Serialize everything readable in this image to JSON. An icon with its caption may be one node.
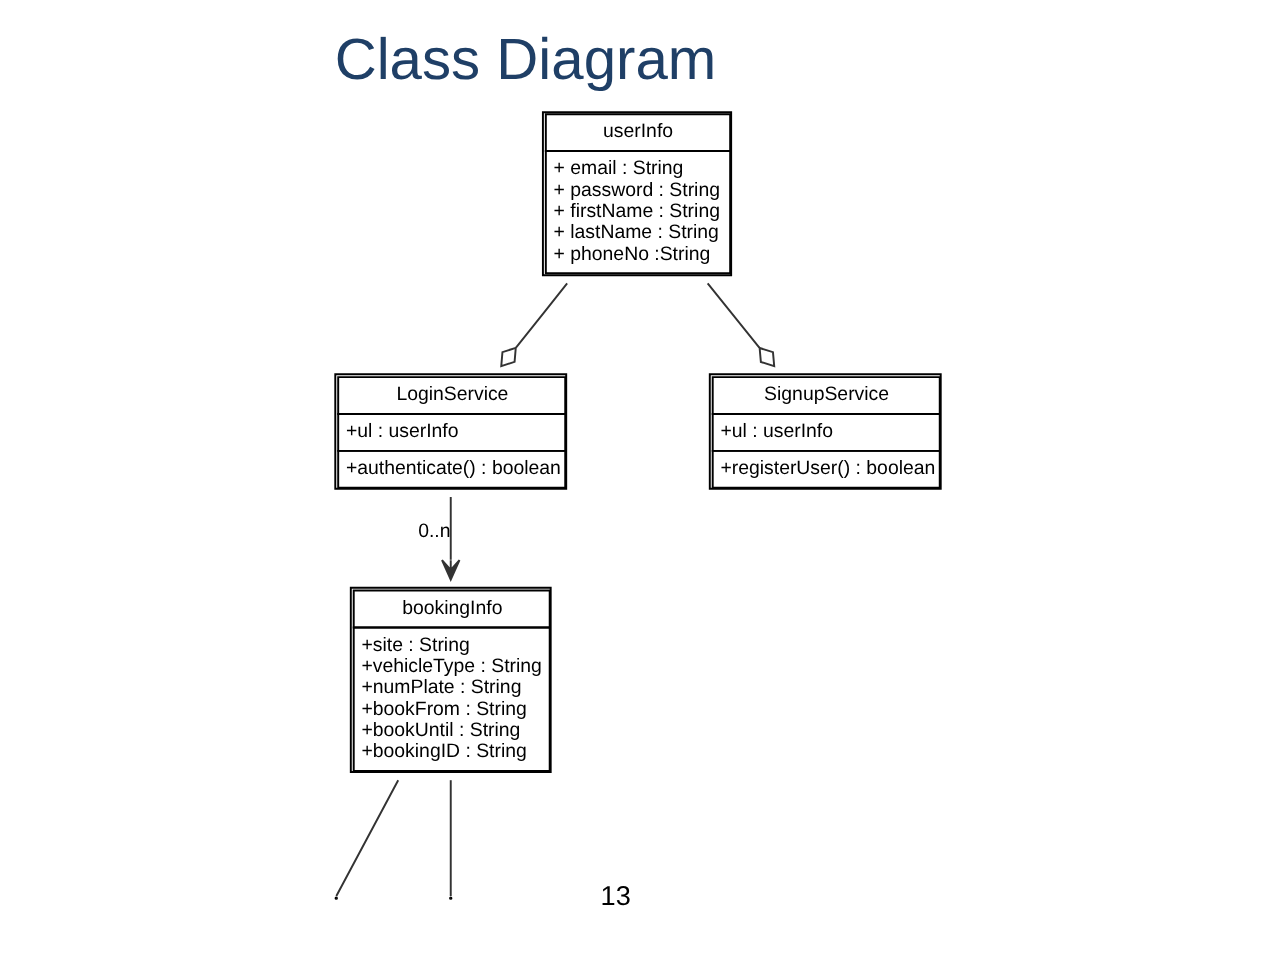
{
  "diagram": {
    "title": "Class Diagram",
    "nodes": [
      {
        "text": [
          "userInfo",
          "+ email : String",
          "+ password : String",
          "+ firstName : String",
          "+ lastName : String",
          "+ phoneNo :String"
        ]
      },
      {
        "text": [
          "LoginService",
          "+ul : userInfo",
          "+authenticate() : boolean"
        ]
      },
      {
        "text": [
          "SignupService",
          "+ul : userInfo",
          "+registerUser() : boolean"
        ]
      },
      {
        "text": [
          "bookingInfo",
          "+site : String",
          "+vehicleType : String",
          "+numPlate : String",
          "+bookFrom : String",
          "+bookUntil : String",
          "+bookingID : String"
        ]
      }
    ],
    "edges": [
      {
        "from": 1,
        "to": 0,
        "arrow": "other"
      },
      {
        "from": 2,
        "to": 0,
        "arrow": "other"
      },
      {
        "from": 1,
        "to": 3,
        "arrow": "to",
        "label": "0..n"
      },
      {
        "from": 3,
        "to": null,
        "arrow": "none"
      },
      {
        "from": 3,
        "to": null,
        "arrow": "none"
      }
    ],
    "labels": [
      "13"
    ]
  }
}
